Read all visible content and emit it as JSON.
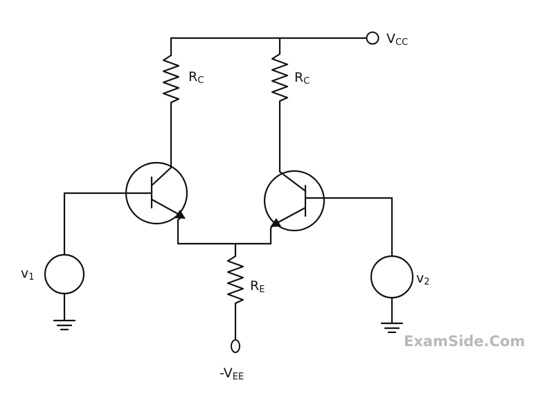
{
  "labels": {
    "vcc": {
      "main": "V",
      "sub": "CC"
    },
    "rc_left": {
      "main": "R",
      "sub": "C"
    },
    "rc_right": {
      "main": "R",
      "sub": "C"
    },
    "re": {
      "main": "R",
      "sub": "E"
    },
    "vee": {
      "main": "-V",
      "sub": "EE"
    },
    "v1": {
      "main": "v",
      "sub": "1"
    },
    "v2": {
      "main": "v",
      "sub": "2"
    }
  },
  "watermark": "ExamSide.Com"
}
